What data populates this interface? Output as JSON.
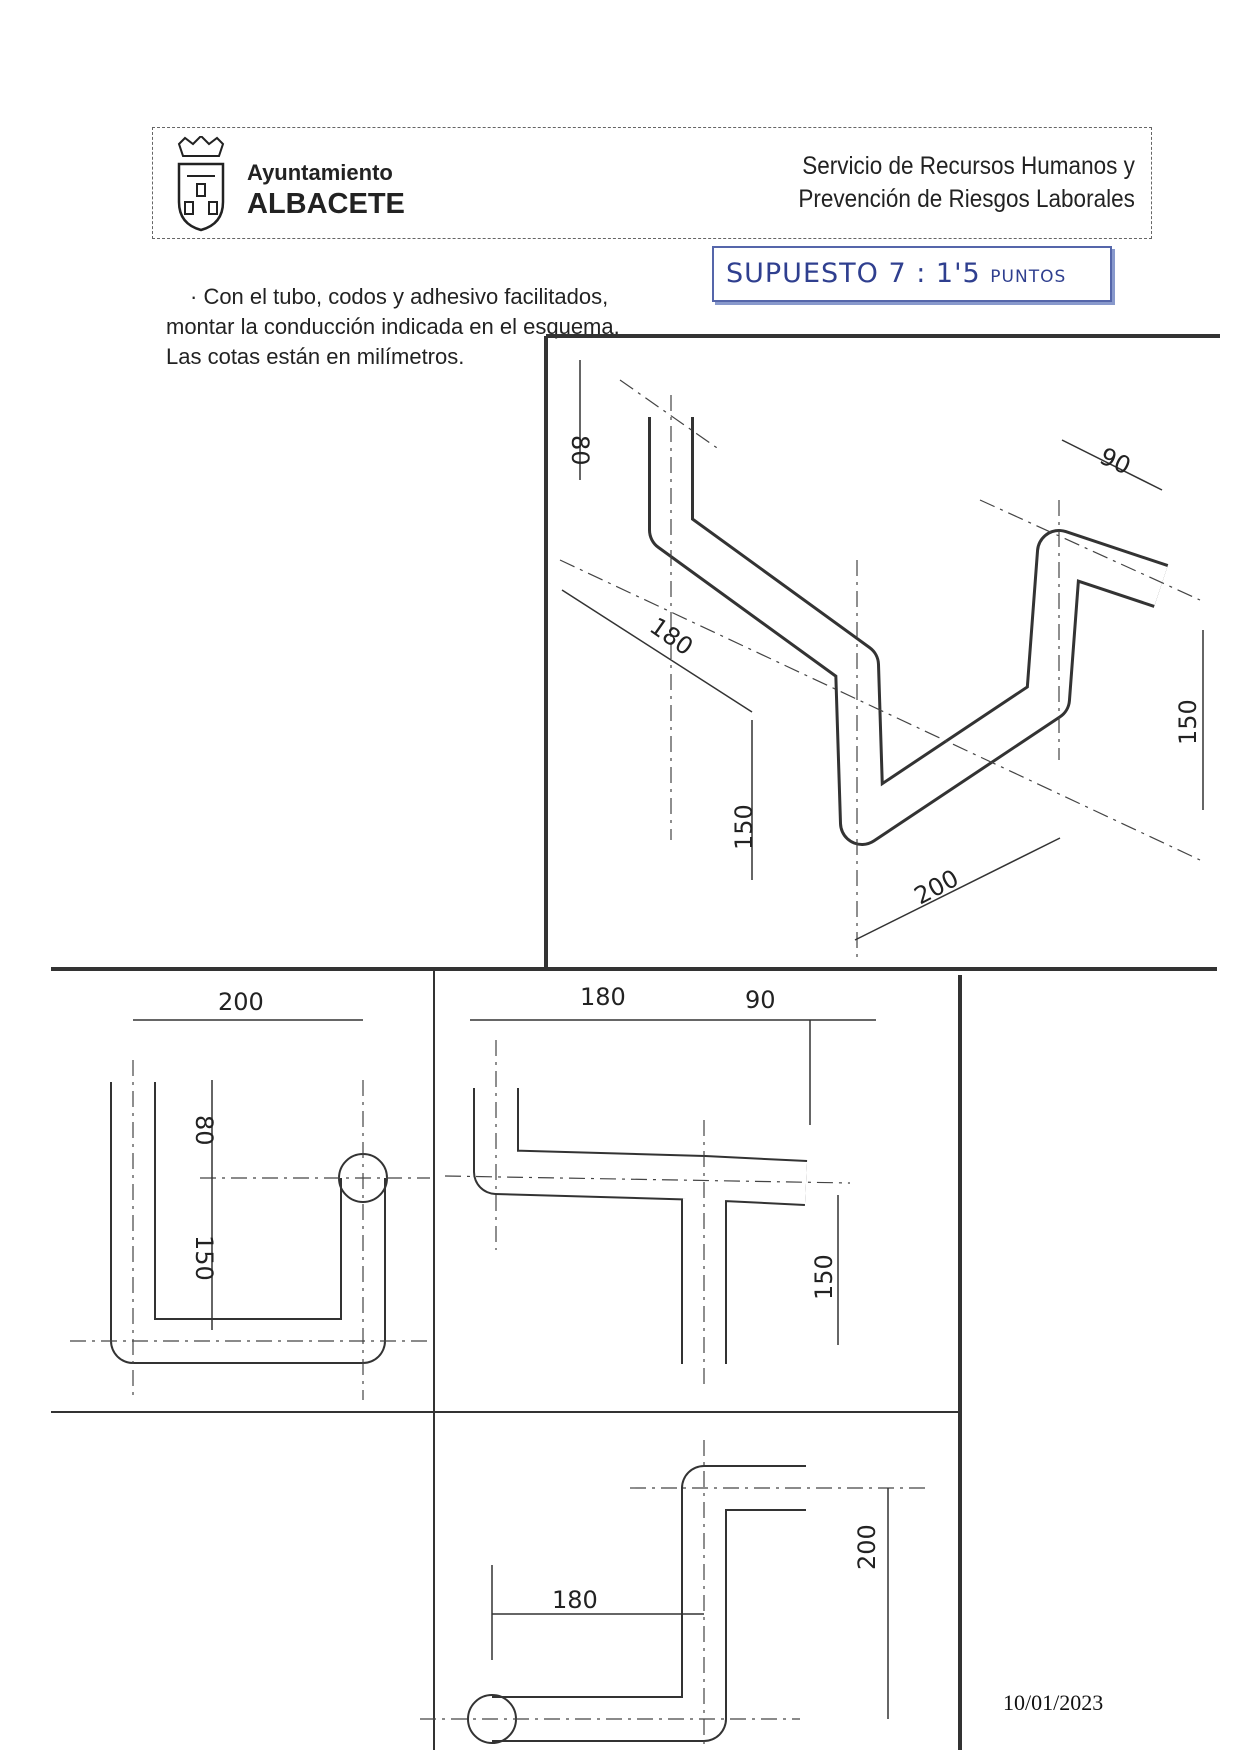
{
  "header": {
    "org_line1": "Ayuntamiento",
    "org_line2": "ALBACETE",
    "service_line1": "Servicio de Recursos Humanos y",
    "service_line2": "Prevención de Riesgos Laborales"
  },
  "stamp": {
    "label": "SUPUESTO 7 :",
    "points": "1'5",
    "points_unit": "PUNTOS"
  },
  "instructions": [
    "· Con el tubo, codos y adhesivo facilitados,",
    "montar la conducción indicada en el esquema.",
    "Las cotas están en milímetros."
  ],
  "isometric_dimensions": {
    "a": "80",
    "b": "90",
    "c": "180",
    "d": "150",
    "e": "150",
    "f": "200"
  },
  "front_view_dimensions": {
    "width": "200",
    "upper": "80",
    "lower": "150"
  },
  "top_view_dimensions": {
    "left": "180",
    "right": "90",
    "height": "150"
  },
  "side_view_dimensions": {
    "width": "180",
    "height": "200"
  },
  "date": "10/01/2023"
}
